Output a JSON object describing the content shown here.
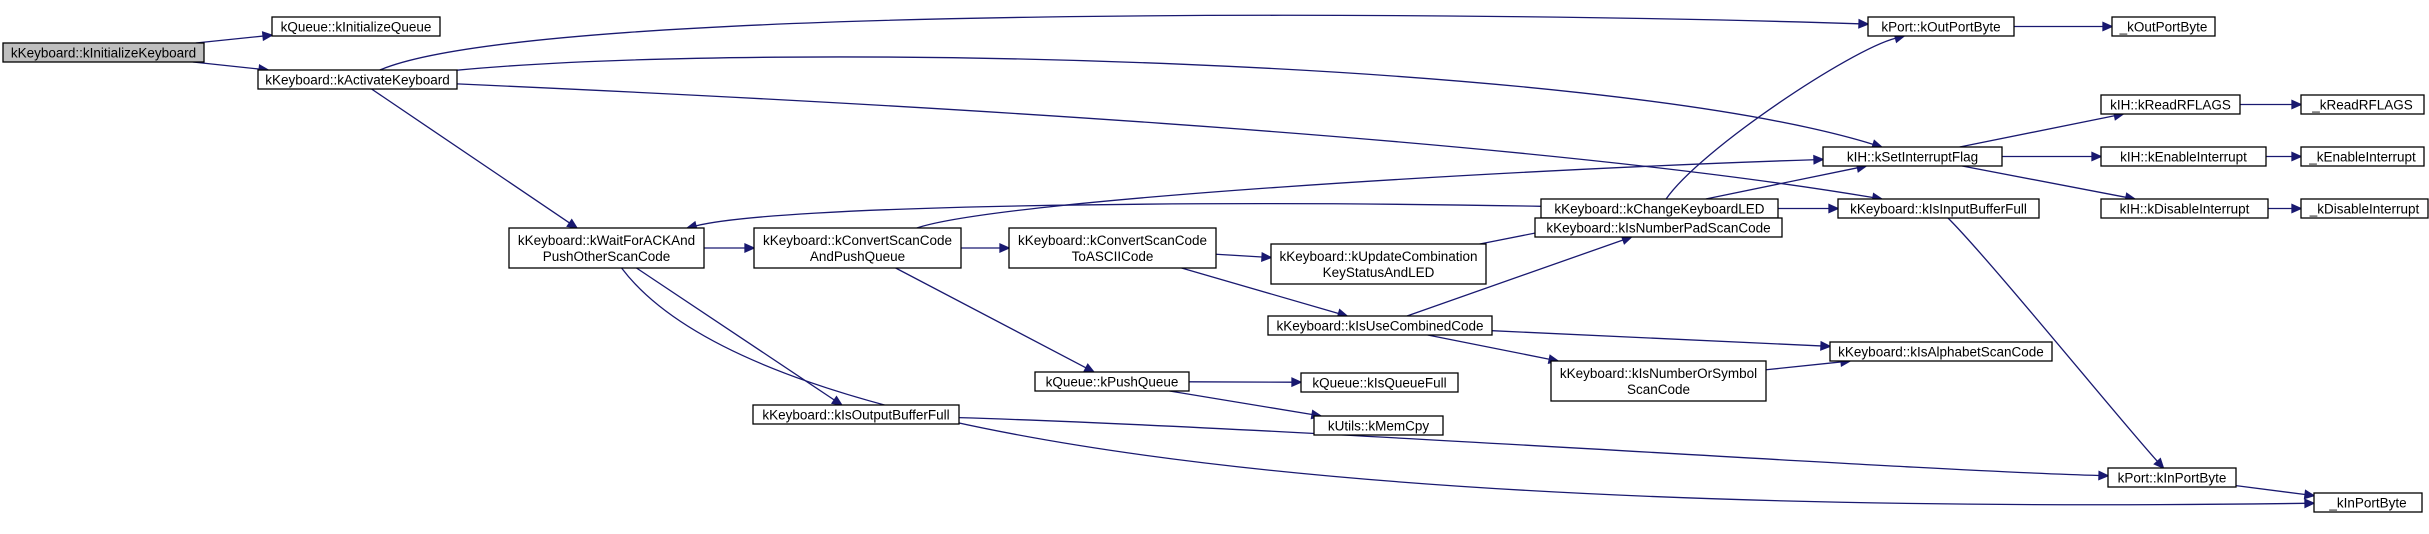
{
  "graph": {
    "colors": {
      "edge": "#191970",
      "root_fill": "#bfbfbf",
      "node_fill": "#ffffff",
      "node_border": "#000000"
    },
    "root": "kKeyboard::kInitializeKeyboard",
    "nodes": [
      {
        "id": "initKeyboard",
        "lines": [
          "kKeyboard::kInitializeKeyboard"
        ]
      },
      {
        "id": "initQueue",
        "lines": [
          "kQueue::kInitializeQueue"
        ]
      },
      {
        "id": "activateKeyboard",
        "lines": [
          "kKeyboard::kActivateKeyboard"
        ]
      },
      {
        "id": "outPortByte",
        "lines": [
          "kPort::kOutPortByte"
        ]
      },
      {
        "id": "_outPortByte",
        "lines": [
          "_kOutPortByte"
        ]
      },
      {
        "id": "setInterruptFlag",
        "lines": [
          "kIH::kSetInterruptFlag"
        ]
      },
      {
        "id": "readRFLAGS",
        "lines": [
          "kIH::kReadRFLAGS"
        ]
      },
      {
        "id": "_readRFLAGS",
        "lines": [
          "_kReadRFLAGS"
        ]
      },
      {
        "id": "enableInterrupt",
        "lines": [
          "kIH::kEnableInterrupt"
        ]
      },
      {
        "id": "_enableInterrupt",
        "lines": [
          "_kEnableInterrupt"
        ]
      },
      {
        "id": "disableInterrupt",
        "lines": [
          "kIH::kDisableInterrupt"
        ]
      },
      {
        "id": "_disableInterrupt",
        "lines": [
          "_kDisableInterrupt"
        ]
      },
      {
        "id": "isInputBufferFull",
        "lines": [
          "kKeyboard::kIsInputBufferFull"
        ]
      },
      {
        "id": "waitForACK",
        "lines": [
          "kKeyboard::kWaitForACKAnd",
          "PushOtherScanCode"
        ]
      },
      {
        "id": "convertPushQueue",
        "lines": [
          "kKeyboard::kConvertScanCode",
          "AndPushQueue"
        ]
      },
      {
        "id": "convertToASCII",
        "lines": [
          "kKeyboard::kConvertScanCode",
          "ToASCIICode"
        ]
      },
      {
        "id": "changeLED",
        "lines": [
          "kKeyboard::kChangeKeyboardLED"
        ]
      },
      {
        "id": "updateCombination",
        "lines": [
          "kKeyboard::kUpdateCombination",
          "KeyStatusAndLED"
        ]
      },
      {
        "id": "isNumberPad",
        "lines": [
          "kKeyboard::kIsNumberPadScanCode"
        ]
      },
      {
        "id": "isUseCombined",
        "lines": [
          "kKeyboard::kIsUseCombinedCode"
        ]
      },
      {
        "id": "isAlphabet",
        "lines": [
          "kKeyboard::kIsAlphabetScanCode"
        ]
      },
      {
        "id": "isNumberOrSymbol",
        "lines": [
          "kKeyboard::kIsNumberOrSymbol",
          "ScanCode"
        ]
      },
      {
        "id": "pushQueue",
        "lines": [
          "kQueue::kPushQueue"
        ]
      },
      {
        "id": "isQueueFull",
        "lines": [
          "kQueue::kIsQueueFull"
        ]
      },
      {
        "id": "memCpy",
        "lines": [
          "kUtils::kMemCpy"
        ]
      },
      {
        "id": "isOutputBufferFull",
        "lines": [
          "kKeyboard::kIsOutputBufferFull"
        ]
      },
      {
        "id": "inPortByte",
        "lines": [
          "kPort::kInPortByte"
        ]
      },
      {
        "id": "_inPortByte",
        "lines": [
          "_kInPortByte"
        ]
      }
    ],
    "edges": [
      [
        "initKeyboard",
        "initQueue"
      ],
      [
        "initKeyboard",
        "activateKeyboard"
      ],
      [
        "activateKeyboard",
        "outPortByte"
      ],
      [
        "activateKeyboard",
        "setInterruptFlag"
      ],
      [
        "activateKeyboard",
        "isInputBufferFull"
      ],
      [
        "activateKeyboard",
        "waitForACK"
      ],
      [
        "outPortByte",
        "_outPortByte"
      ],
      [
        "setInterruptFlag",
        "readRFLAGS"
      ],
      [
        "setInterruptFlag",
        "enableInterrupt"
      ],
      [
        "setInterruptFlag",
        "disableInterrupt"
      ],
      [
        "readRFLAGS",
        "_readRFLAGS"
      ],
      [
        "enableInterrupt",
        "_enableInterrupt"
      ],
      [
        "disableInterrupt",
        "_disableInterrupt"
      ],
      [
        "isInputBufferFull",
        "inPortByte"
      ],
      [
        "inPortByte",
        "_inPortByte"
      ],
      [
        "waitForACK",
        "convertPushQueue"
      ],
      [
        "waitForACK",
        "isOutputBufferFull"
      ],
      [
        "waitForACK",
        "_inPortByte"
      ],
      [
        "convertPushQueue",
        "setInterruptFlag"
      ],
      [
        "convertPushQueue",
        "convertToASCII"
      ],
      [
        "convertPushQueue",
        "pushQueue"
      ],
      [
        "convertToASCII",
        "updateCombination"
      ],
      [
        "convertToASCII",
        "isUseCombined"
      ],
      [
        "updateCombination",
        "changeLED"
      ],
      [
        "changeLED",
        "outPortByte"
      ],
      [
        "changeLED",
        "setInterruptFlag"
      ],
      [
        "changeLED",
        "isInputBufferFull"
      ],
      [
        "changeLED",
        "waitForACK"
      ],
      [
        "isUseCombined",
        "isNumberPad"
      ],
      [
        "isUseCombined",
        "isAlphabet"
      ],
      [
        "isUseCombined",
        "isNumberOrSymbol"
      ],
      [
        "isNumberOrSymbol",
        "isAlphabet"
      ],
      [
        "pushQueue",
        "isQueueFull"
      ],
      [
        "pushQueue",
        "memCpy"
      ],
      [
        "isOutputBufferFull",
        "inPortByte"
      ]
    ]
  }
}
